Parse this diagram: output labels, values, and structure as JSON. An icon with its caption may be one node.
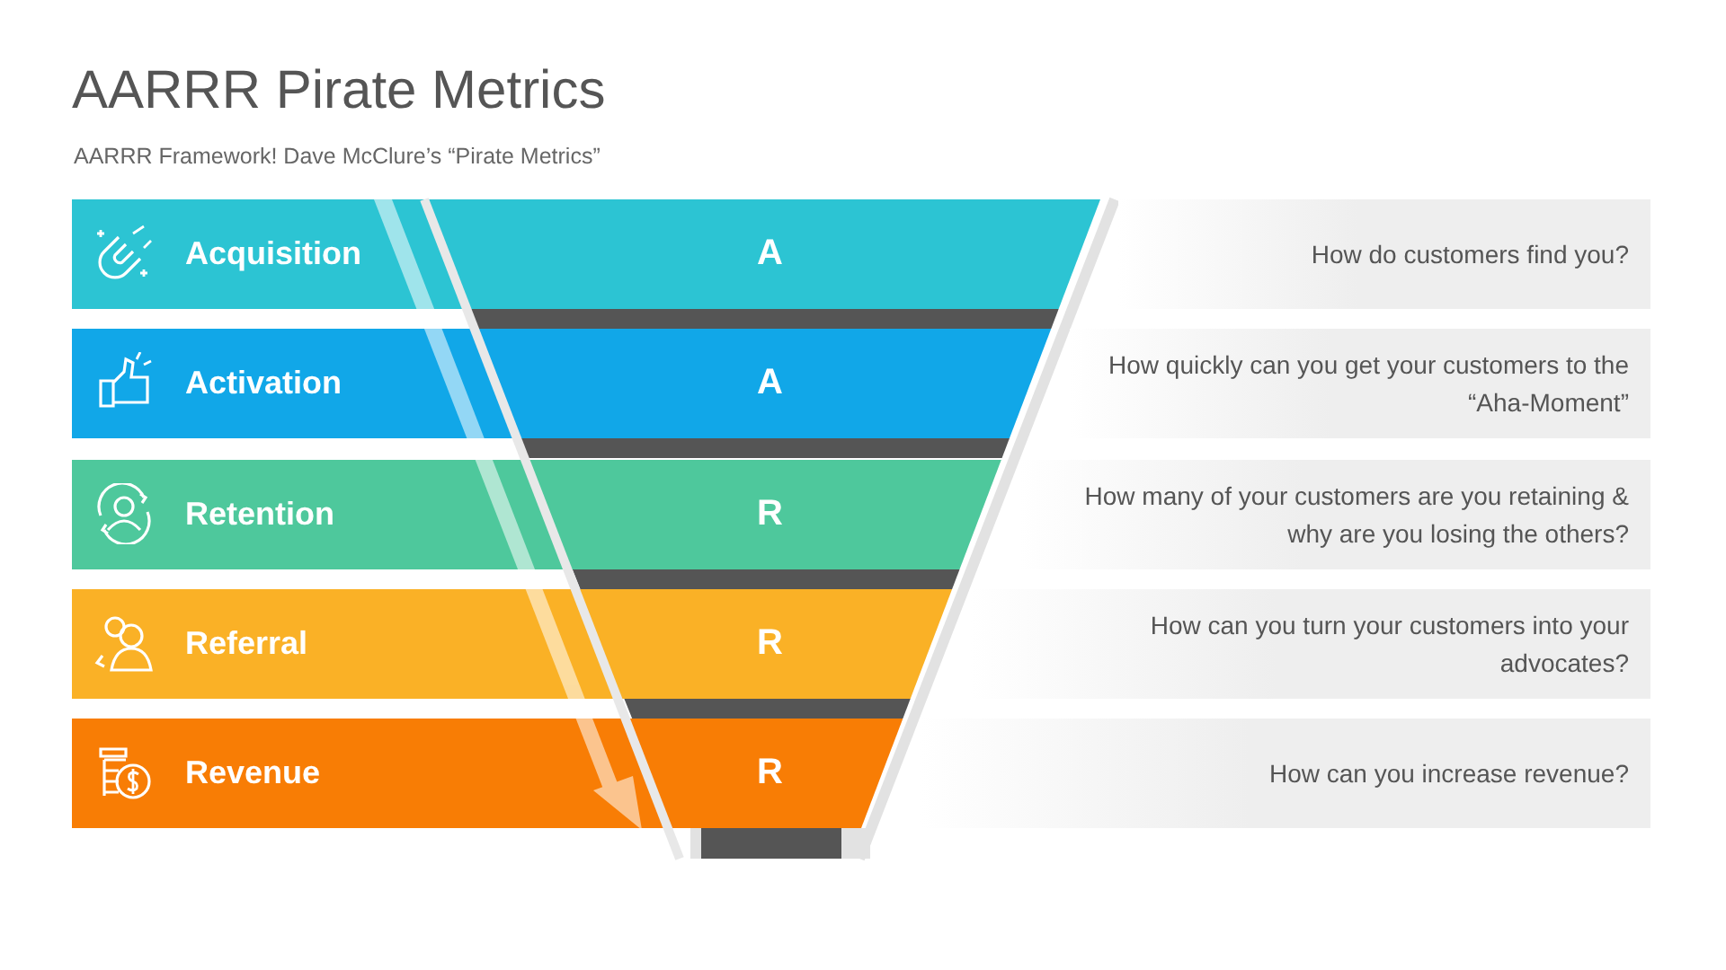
{
  "diagram": {
    "title": "AARRR Pirate Metrics",
    "caption": "AARRR Framework! Dave McClure’s “Pirate Metrics”",
    "nodes": [
      {
        "text": [
          "Acquisition",
          "A"
        ]
      },
      {
        "text": [
          "How do customers find you?"
        ]
      },
      {
        "text": [
          "Activation",
          "A"
        ]
      },
      {
        "text": [
          "How quickly can you get your customers to the “Aha-Moment”"
        ]
      },
      {
        "text": [
          "Retention",
          "R"
        ]
      },
      {
        "text": [
          "How many of your customers are you retaining & why are you losing the others?"
        ]
      },
      {
        "text": [
          "Referral",
          "R"
        ]
      },
      {
        "text": [
          "How can you turn your customers into your advocates?"
        ]
      },
      {
        "text": [
          "Revenue",
          "R"
        ]
      },
      {
        "text": [
          "How can you increase revenue?"
        ]
      }
    ]
  }
}
